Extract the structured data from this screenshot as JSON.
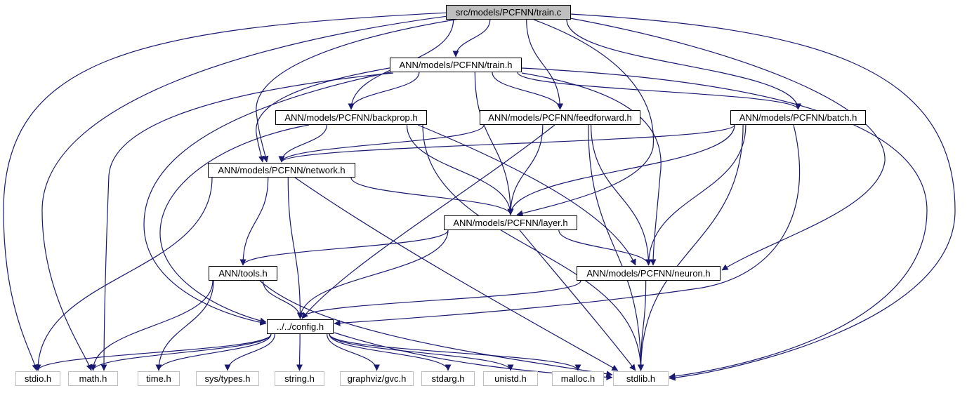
{
  "nodes": [
    {
      "id": "train_c",
      "label": "src/models/PCFNN/train.c",
      "kind": "root"
    },
    {
      "id": "train_h",
      "label": "ANN/models/PCFNN/train.h",
      "kind": "local"
    },
    {
      "id": "backprop_h",
      "label": "ANN/models/PCFNN/backprop.h",
      "kind": "local"
    },
    {
      "id": "feedforward_h",
      "label": "ANN/models/PCFNN/feedforward.h",
      "kind": "local"
    },
    {
      "id": "batch_h",
      "label": "ANN/models/PCFNN/batch.h",
      "kind": "local"
    },
    {
      "id": "network_h",
      "label": "ANN/models/PCFNN/network.h",
      "kind": "local"
    },
    {
      "id": "layer_h",
      "label": "ANN/models/PCFNN/layer.h",
      "kind": "local"
    },
    {
      "id": "tools_h",
      "label": "ANN/tools.h",
      "kind": "local"
    },
    {
      "id": "neuron_h",
      "label": "ANN/models/PCFNN/neuron.h",
      "kind": "local"
    },
    {
      "id": "config_h",
      "label": "../../config.h",
      "kind": "local"
    },
    {
      "id": "stdio_h",
      "label": "stdio.h",
      "kind": "system"
    },
    {
      "id": "math_h",
      "label": "math.h",
      "kind": "system"
    },
    {
      "id": "time_h",
      "label": "time.h",
      "kind": "system"
    },
    {
      "id": "sys_types_h",
      "label": "sys/types.h",
      "kind": "system"
    },
    {
      "id": "string_h",
      "label": "string.h",
      "kind": "system"
    },
    {
      "id": "gvc_h",
      "label": "graphviz/gvc.h",
      "kind": "system"
    },
    {
      "id": "stdarg_h",
      "label": "stdarg.h",
      "kind": "system"
    },
    {
      "id": "unistd_h",
      "label": "unistd.h",
      "kind": "system"
    },
    {
      "id": "malloc_h",
      "label": "malloc.h",
      "kind": "system"
    },
    {
      "id": "stdlib_h",
      "label": "stdlib.h",
      "kind": "system"
    }
  ],
  "edges": [
    [
      "train_c",
      "train_h"
    ],
    [
      "train_c",
      "backprop_h"
    ],
    [
      "train_c",
      "feedforward_h"
    ],
    [
      "train_c",
      "batch_h"
    ],
    [
      "train_c",
      "network_h"
    ],
    [
      "train_c",
      "layer_h"
    ],
    [
      "train_c",
      "neuron_h"
    ],
    [
      "train_c",
      "stdio_h"
    ],
    [
      "train_c",
      "math_h"
    ],
    [
      "train_c",
      "stdlib_h"
    ],
    [
      "train_h",
      "backprop_h"
    ],
    [
      "train_h",
      "feedforward_h"
    ],
    [
      "train_h",
      "batch_h"
    ],
    [
      "train_h",
      "network_h"
    ],
    [
      "train_h",
      "layer_h"
    ],
    [
      "train_h",
      "neuron_h"
    ],
    [
      "train_h",
      "config_h"
    ],
    [
      "train_h",
      "math_h"
    ],
    [
      "train_h",
      "stdlib_h"
    ],
    [
      "backprop_h",
      "network_h"
    ],
    [
      "backprop_h",
      "layer_h"
    ],
    [
      "backprop_h",
      "neuron_h"
    ],
    [
      "backprop_h",
      "config_h"
    ],
    [
      "backprop_h",
      "stdlib_h"
    ],
    [
      "feedforward_h",
      "network_h"
    ],
    [
      "feedforward_h",
      "layer_h"
    ],
    [
      "feedforward_h",
      "neuron_h"
    ],
    [
      "feedforward_h",
      "config_h"
    ],
    [
      "feedforward_h",
      "stdlib_h"
    ],
    [
      "batch_h",
      "network_h"
    ],
    [
      "batch_h",
      "layer_h"
    ],
    [
      "batch_h",
      "neuron_h"
    ],
    [
      "batch_h",
      "config_h"
    ],
    [
      "batch_h",
      "stdlib_h"
    ],
    [
      "network_h",
      "layer_h"
    ],
    [
      "network_h",
      "tools_h"
    ],
    [
      "network_h",
      "config_h"
    ],
    [
      "network_h",
      "stdio_h"
    ],
    [
      "network_h",
      "stdlib_h"
    ],
    [
      "layer_h",
      "tools_h"
    ],
    [
      "layer_h",
      "neuron_h"
    ],
    [
      "layer_h",
      "config_h"
    ],
    [
      "layer_h",
      "stdlib_h"
    ],
    [
      "tools_h",
      "config_h"
    ],
    [
      "tools_h",
      "math_h"
    ],
    [
      "tools_h",
      "time_h"
    ],
    [
      "tools_h",
      "stdlib_h"
    ],
    [
      "neuron_h",
      "config_h"
    ],
    [
      "neuron_h",
      "stdlib_h"
    ],
    [
      "config_h",
      "stdio_h"
    ],
    [
      "config_h",
      "math_h"
    ],
    [
      "config_h",
      "time_h"
    ],
    [
      "config_h",
      "sys_types_h"
    ],
    [
      "config_h",
      "string_h"
    ],
    [
      "config_h",
      "gvc_h"
    ],
    [
      "config_h",
      "stdarg_h"
    ],
    [
      "config_h",
      "unistd_h"
    ],
    [
      "config_h",
      "malloc_h"
    ],
    [
      "config_h",
      "stdlib_h"
    ]
  ],
  "colors": {
    "edge": "#191970",
    "local_border": "#000000",
    "system_border": "#bfbfbf",
    "root_fill": "#bfbfbf"
  }
}
